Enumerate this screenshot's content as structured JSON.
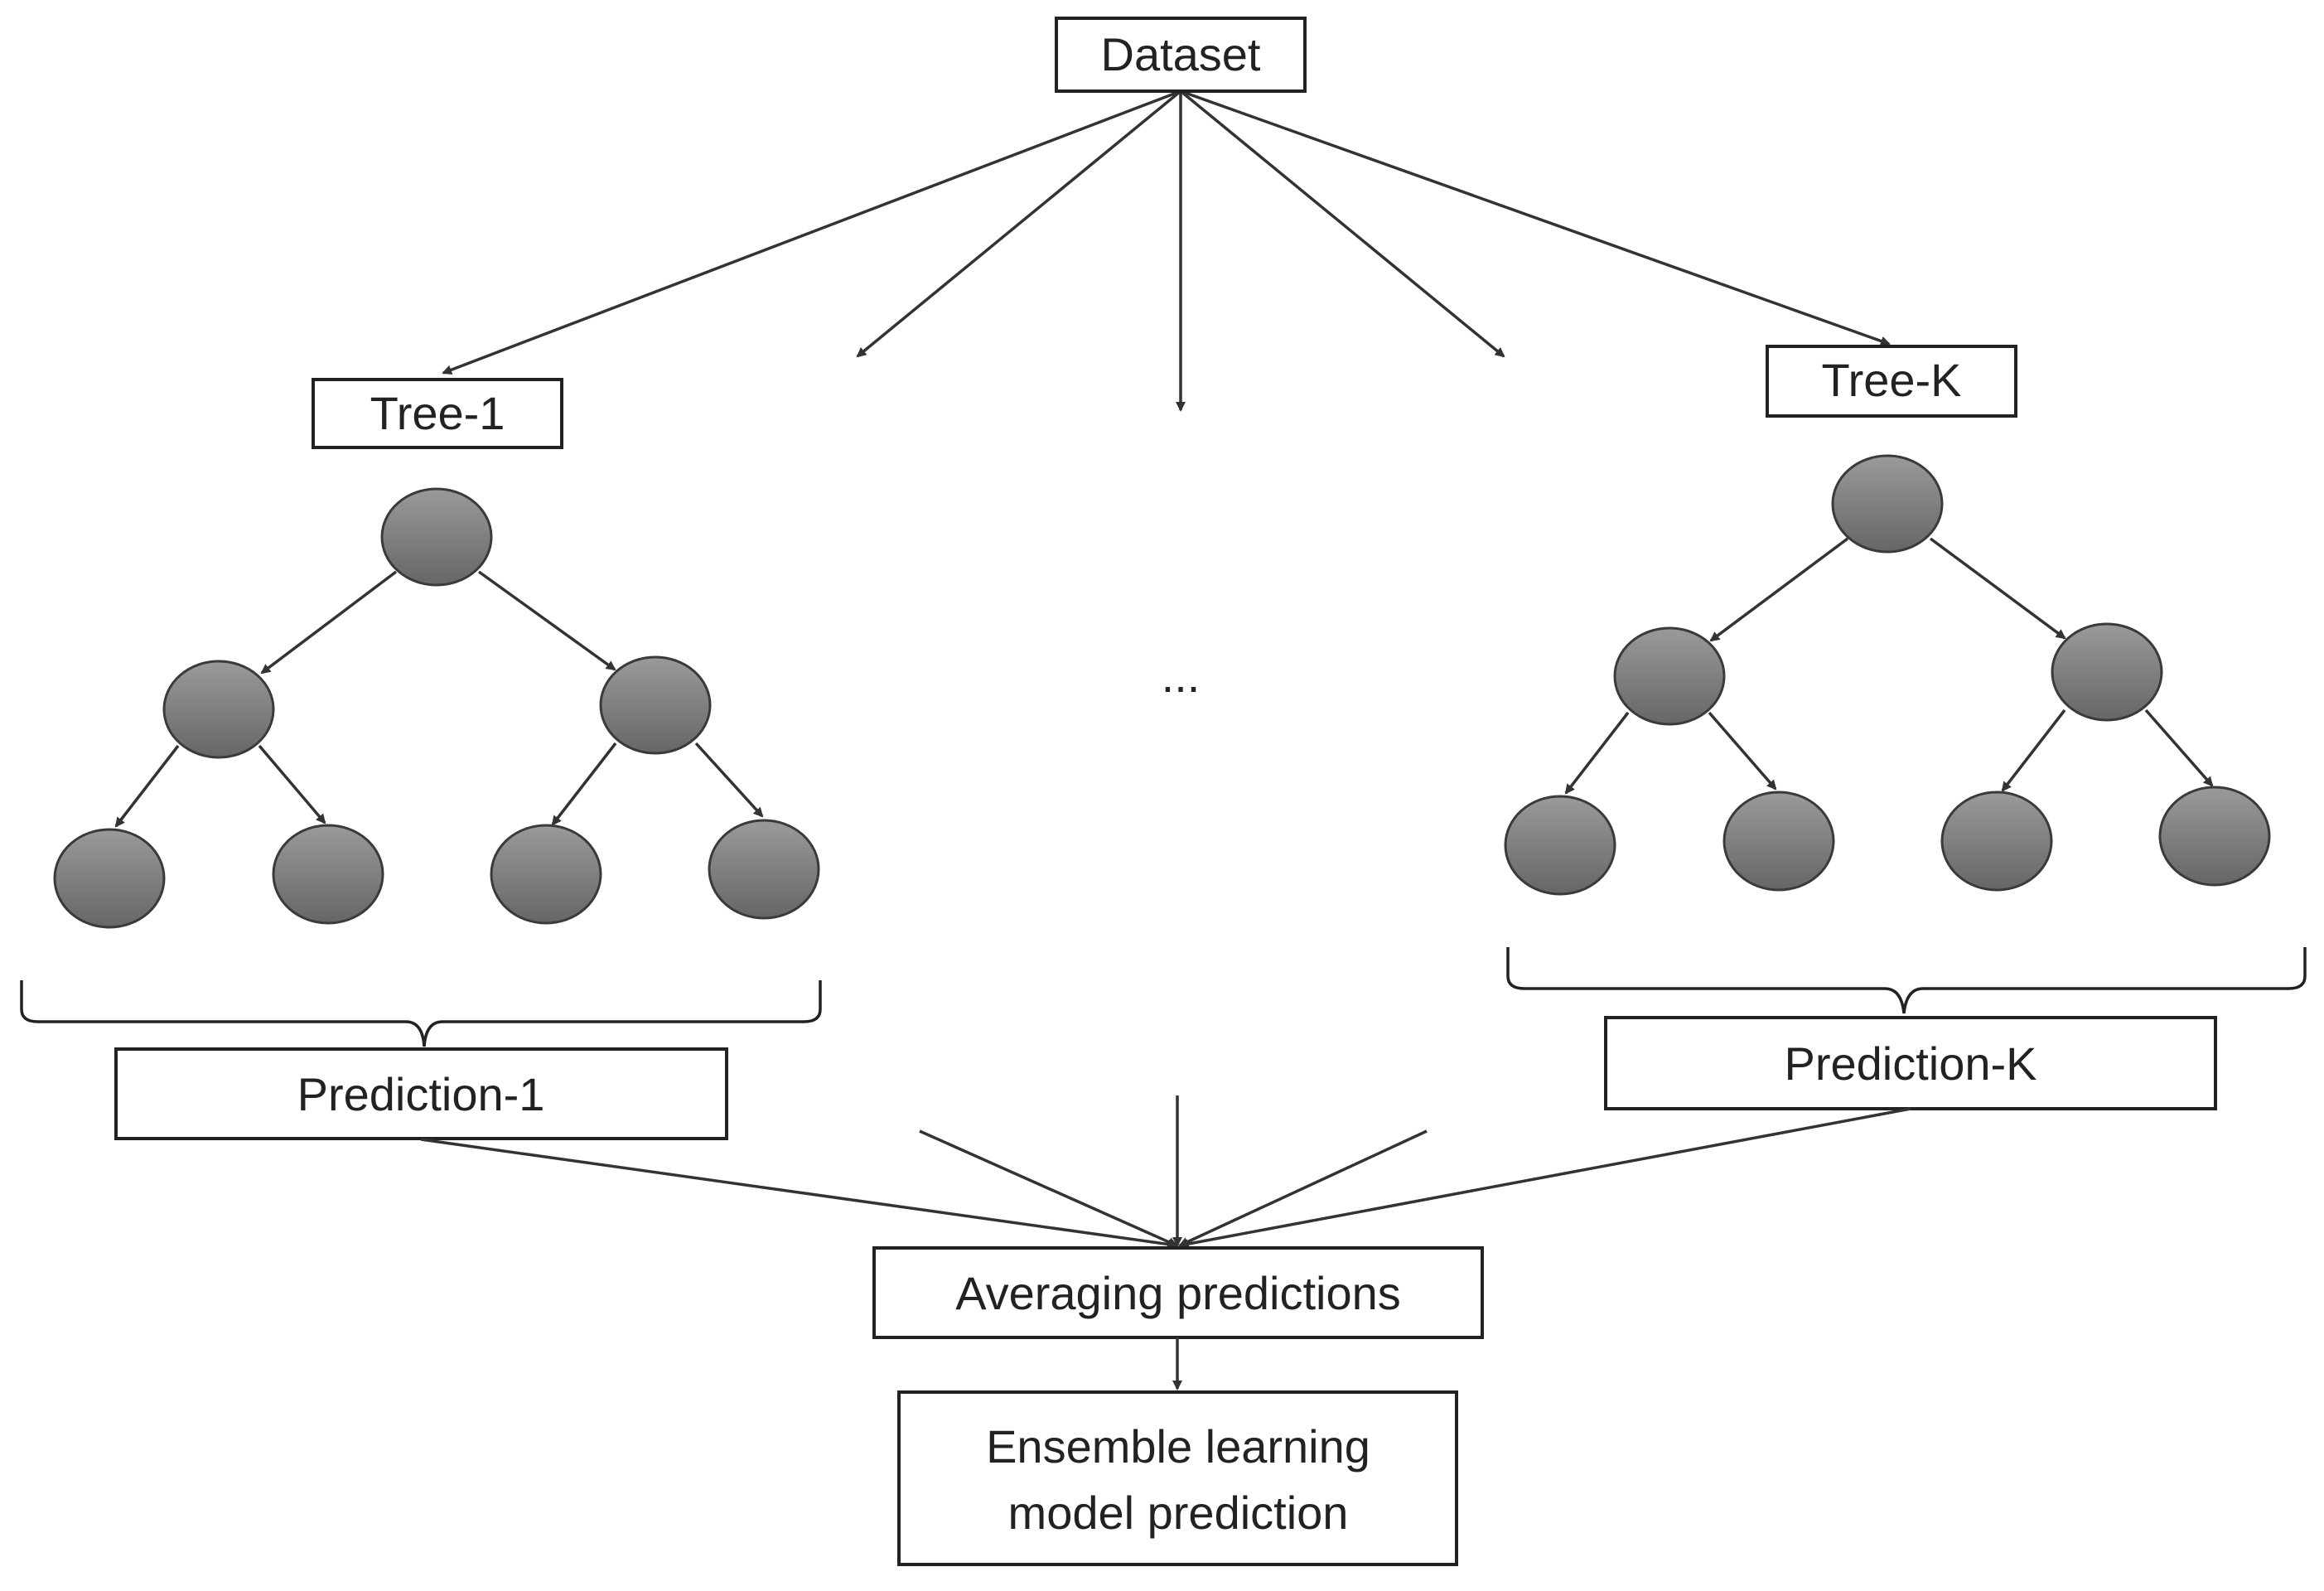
{
  "dataset_label": "Dataset",
  "trees": [
    {
      "label": "Tree-1",
      "prediction": "Prediction-1"
    },
    {
      "label": "Tree-K",
      "prediction": "Prediction-K"
    }
  ],
  "ellipsis": "...",
  "aggregation_label": "Averaging predictions",
  "output_label_lines": [
    "Ensemble learning",
    "model prediction"
  ],
  "colors": {
    "node_fill": "#7d7d7d",
    "node_stroke": "#3a3a3a",
    "line": "#333333"
  }
}
